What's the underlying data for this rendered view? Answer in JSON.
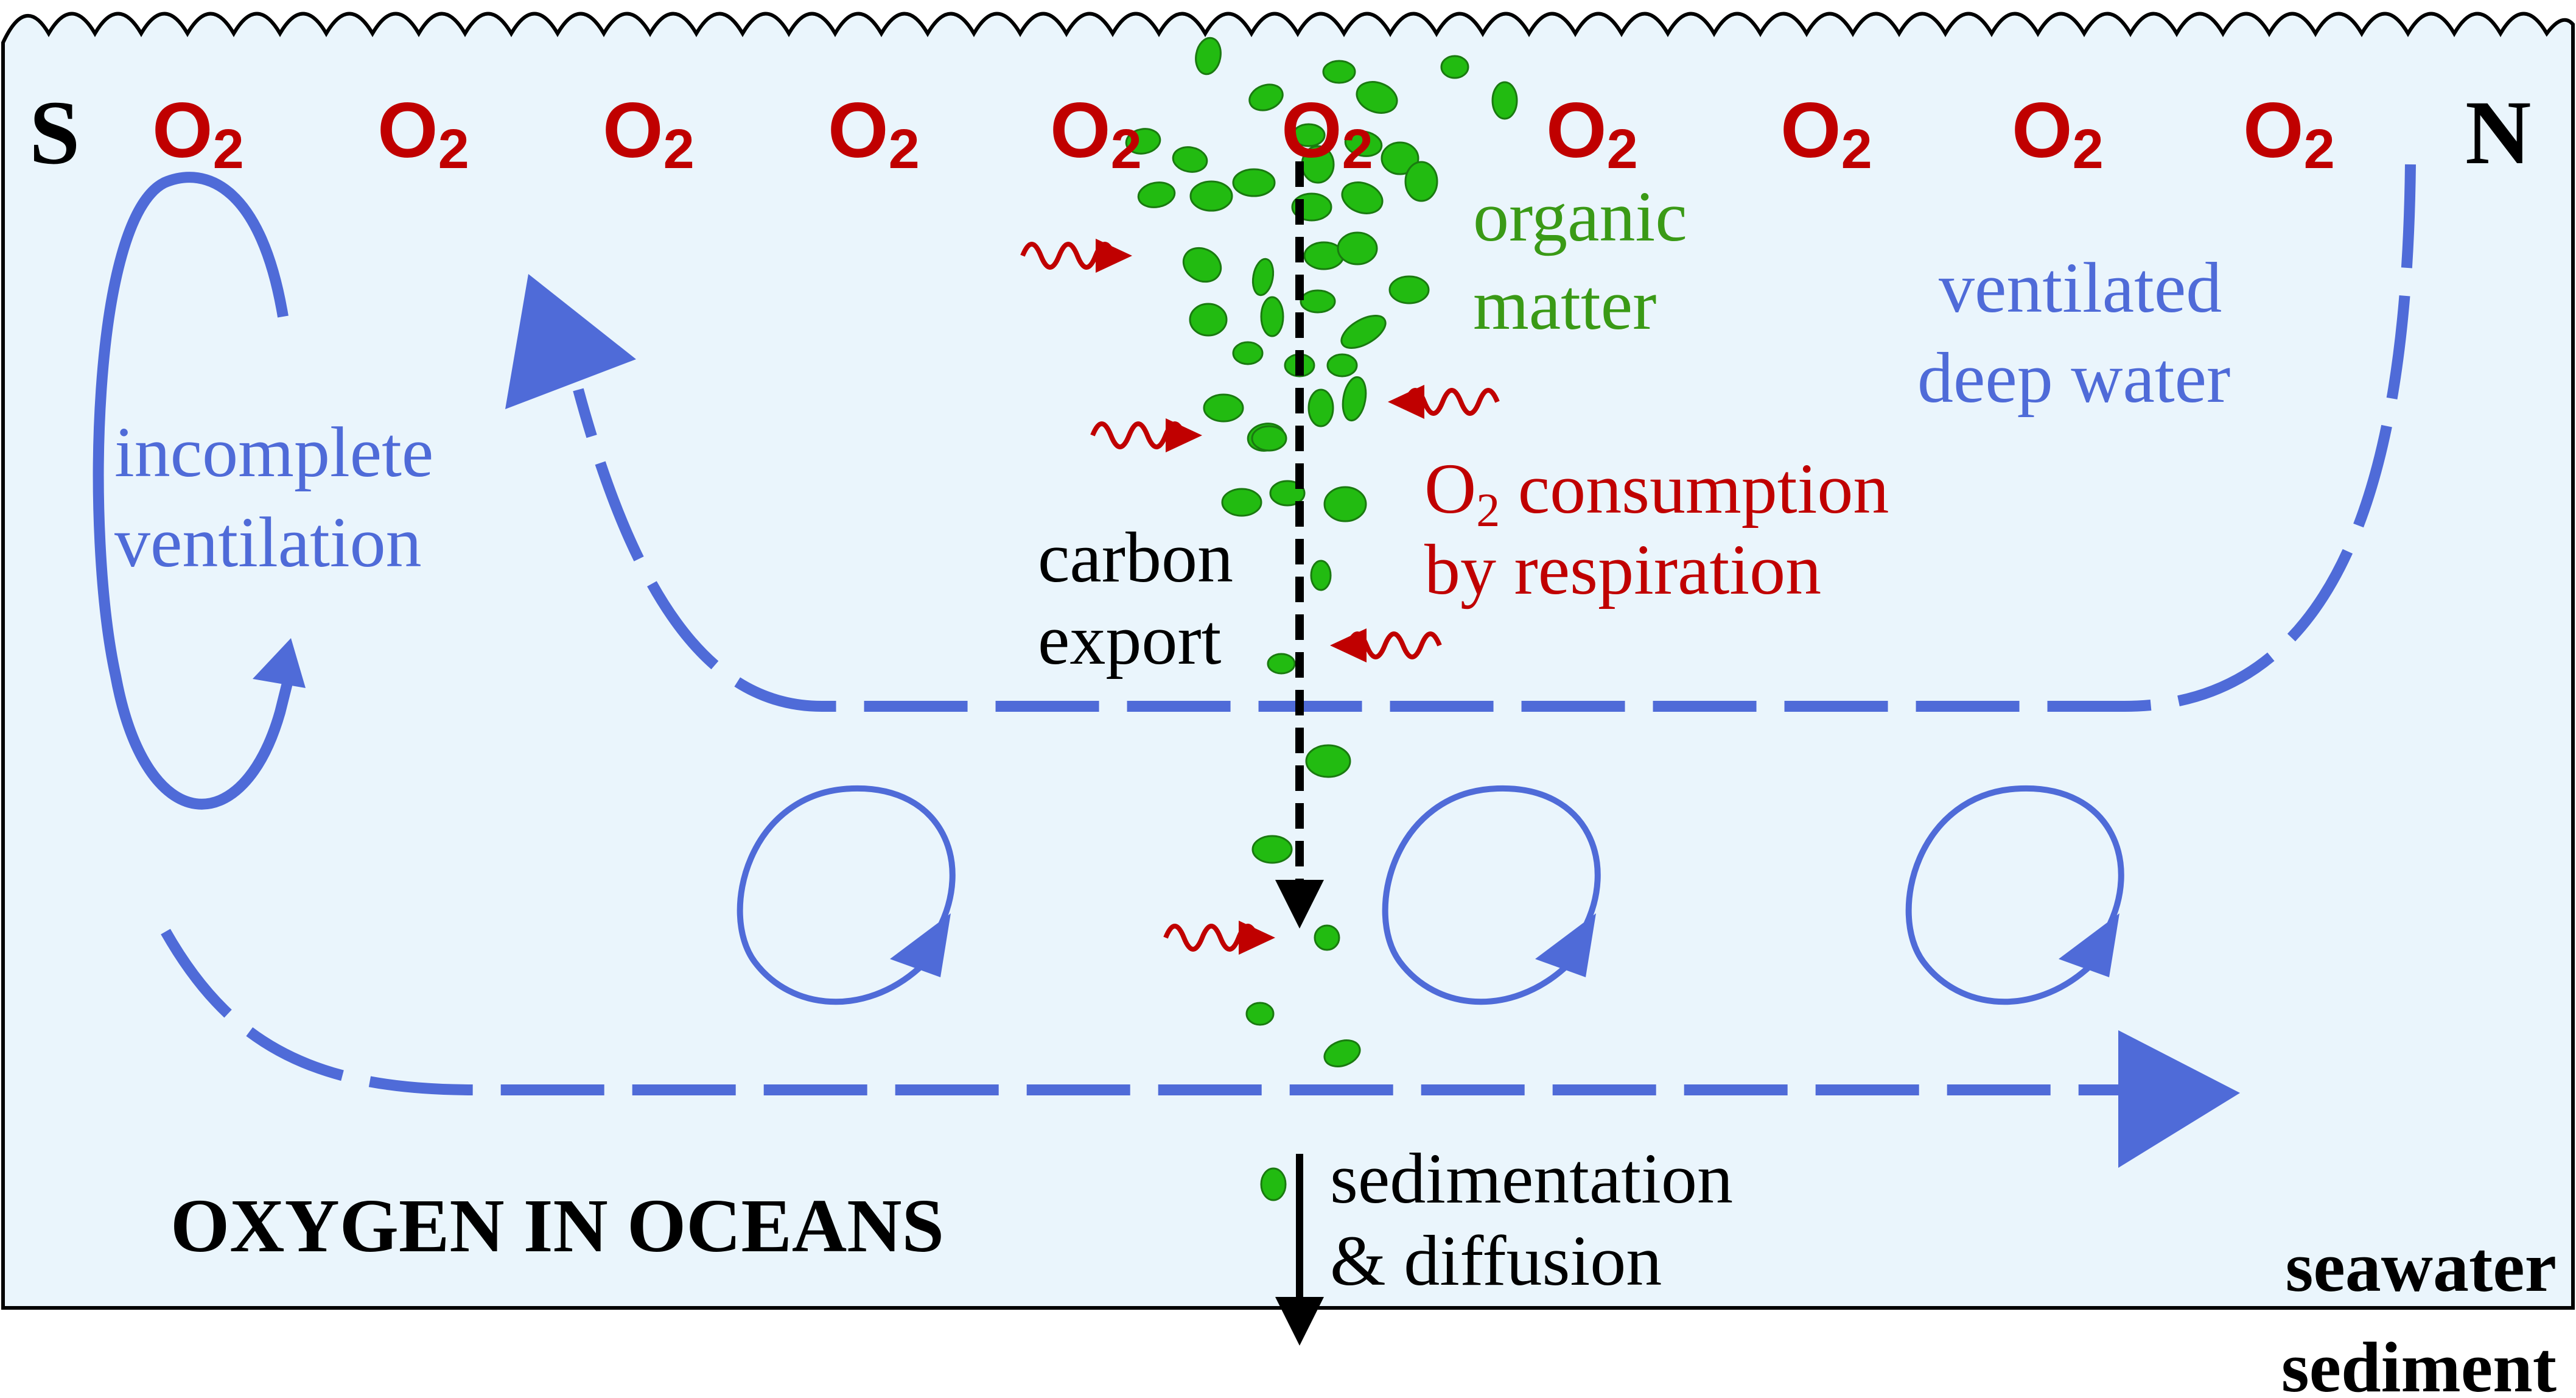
{
  "colors": {
    "water": "#eaf5fc",
    "outline": "#000000",
    "blue": "#4f6bd8",
    "red": "#c00000",
    "green": "#22bb11",
    "green_text": "#3a9a16",
    "black": "#000000"
  },
  "labels": {
    "south": "S",
    "north": "N",
    "o2": "O",
    "o2_sub": "2",
    "organic_1": "organic",
    "organic_2": "matter",
    "ventilated_1": "ventilated",
    "ventilated_2": "deep water",
    "incomplete_1": "incomplete",
    "incomplete_2": "ventilation",
    "consumption_o": "O",
    "consumption_sub": "2",
    "consumption_rest": " consumption",
    "respiration": "by respiration",
    "carbon_1": "carbon",
    "carbon_2": "export",
    "sedimentation_1": "sedimentation",
    "sedimentation_2": "& diffusion",
    "title": "OXYGEN IN OCEANS",
    "seawater": "seawater",
    "sediment": "sediment"
  },
  "icons": {
    "o2_molecules": "o2-molecule-label",
    "particles": "organic-particle-icon",
    "squiggle": "respiration-squiggle-arrow-icon",
    "eddy": "eddy-circulation-icon"
  }
}
